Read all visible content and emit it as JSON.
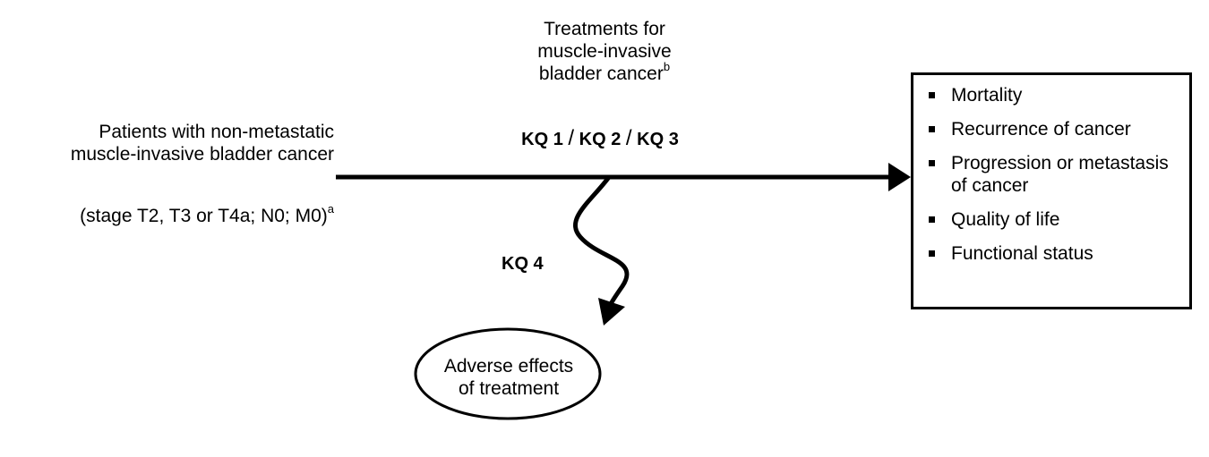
{
  "treatments": {
    "line1": "Treatments for",
    "line2": "muscle-invasive",
    "line3": "bladder cancer",
    "footnote": "b"
  },
  "population": {
    "line1": "Patients with non-metastatic",
    "line2": "muscle-invasive bladder cancer",
    "stage": "(stage T2, T3 or T4a; N0; M0)",
    "footnote": "a"
  },
  "key_questions": {
    "kq1": "KQ 1",
    "kq2": "KQ 2",
    "kq3": "KQ 3",
    "separator": "/",
    "kq4": "KQ 4"
  },
  "adverse": {
    "line1": "Adverse effects",
    "line2": "of treatment"
  },
  "outcomes": {
    "items": [
      "Mortality",
      "Recurrence of cancer",
      "Progression or metastasis of cancer",
      "Quality of life",
      "Functional status"
    ]
  }
}
